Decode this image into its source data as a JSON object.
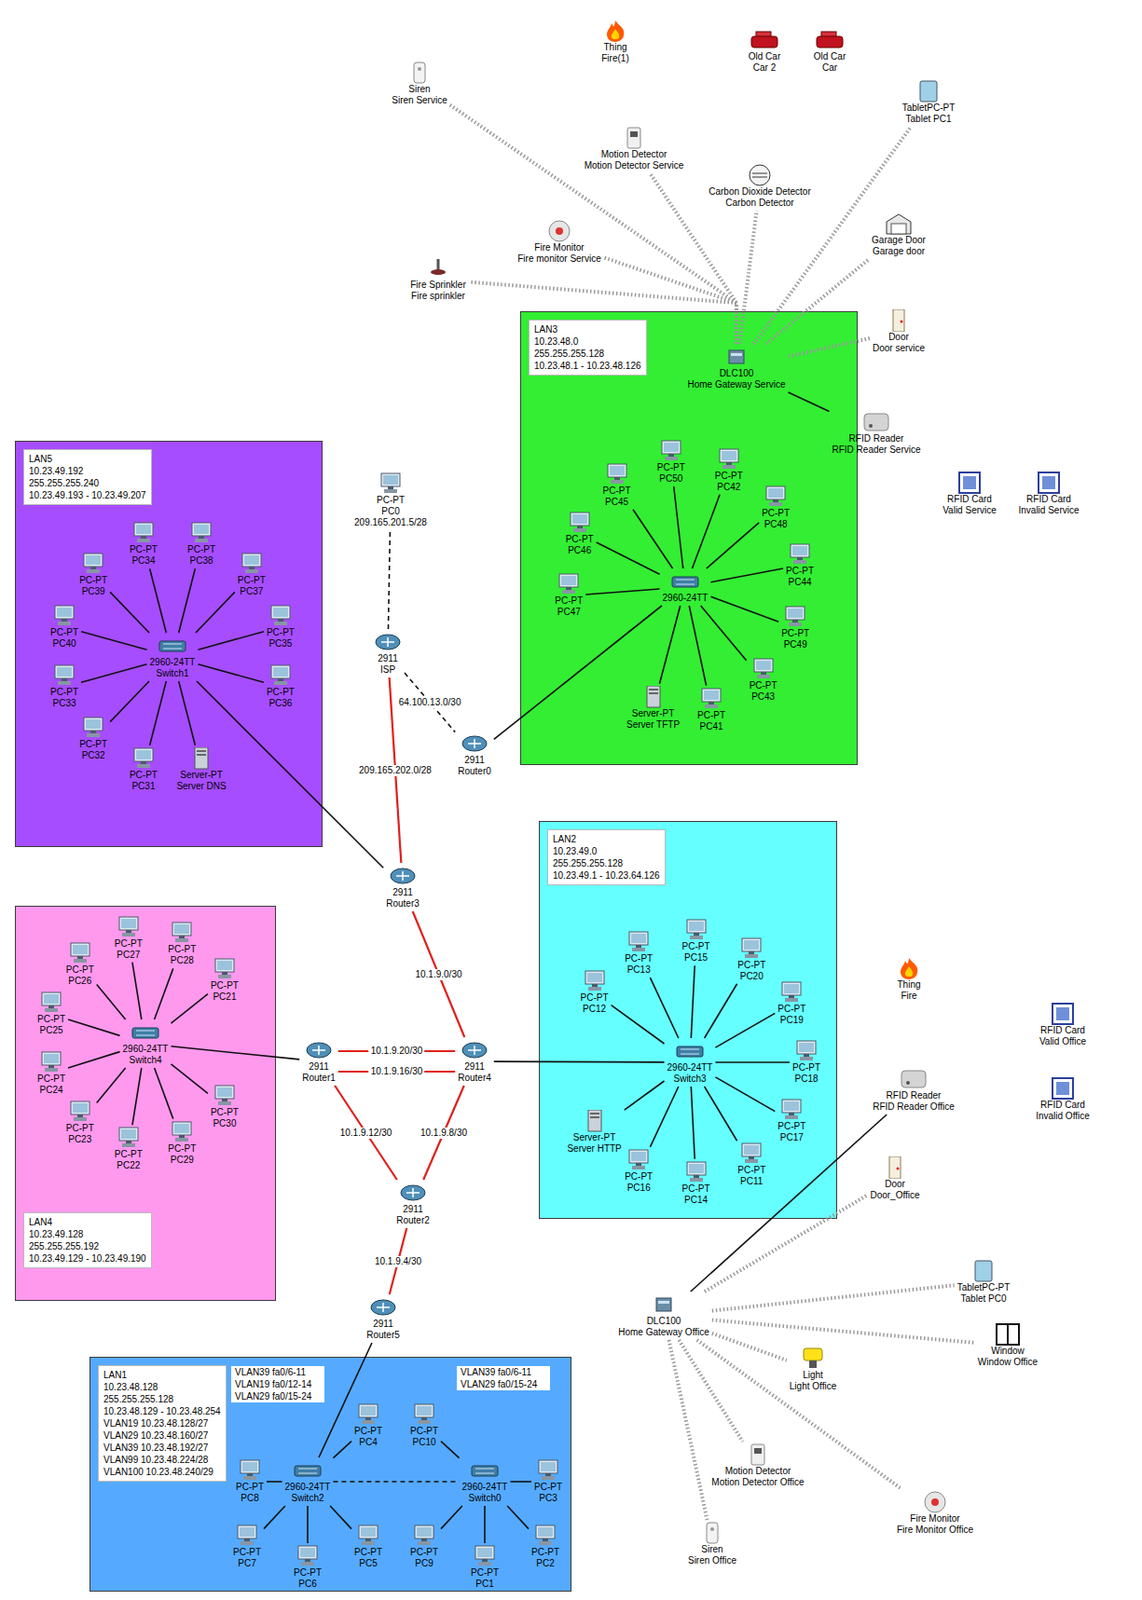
{
  "diagram": {
    "nodes": [
      {
        "text": [
          "LAN5",
          "10.23.49.192",
          "255.255.255.240",
          "10.23.49.193 - 10.23.49.207"
        ]
      },
      {
        "text": [
          "2960-24TT",
          "Switch1"
        ],
        "in": 0
      },
      {
        "text": [
          "Server-PT",
          "Server DNS"
        ],
        "in": 0
      },
      {
        "text": [
          "PC-PT",
          "PC31"
        ],
        "in": 0
      },
      {
        "text": [
          "PC-PT",
          "PC32"
        ],
        "in": 0
      },
      {
        "text": [
          "PC-PT",
          "PC33"
        ],
        "in": 0
      },
      {
        "text": [
          "PC-PT",
          "PC40"
        ],
        "in": 0
      },
      {
        "text": [
          "PC-PT",
          "PC39"
        ],
        "in": 0
      },
      {
        "text": [
          "PC-PT",
          "PC34"
        ],
        "in": 0
      },
      {
        "text": [
          "PC-PT",
          "PC38"
        ],
        "in": 0
      },
      {
        "text": [
          "PC-PT",
          "PC37"
        ],
        "in": 0
      },
      {
        "text": [
          "PC-PT",
          "PC35"
        ],
        "in": 0
      },
      {
        "text": [
          "PC-PT",
          "PC36"
        ],
        "in": 0
      },
      {
        "text": [
          "LAN4",
          "10.23.49.128",
          "255.255.255.192",
          "10.23.49.129 - 10.23.49.190"
        ]
      },
      {
        "text": [
          "2960-24TT",
          "Switch4"
        ],
        "in": 13
      },
      {
        "text": [
          "PC-PT",
          "PC27"
        ],
        "in": 13
      },
      {
        "text": [
          "PC-PT",
          "PC26"
        ],
        "in": 13
      },
      {
        "text": [
          "PC-PT",
          "PC25"
        ],
        "in": 13
      },
      {
        "text": [
          "PC-PT",
          "PC24"
        ],
        "in": 13
      },
      {
        "text": [
          "PC-PT",
          "PC23"
        ],
        "in": 13
      },
      {
        "text": [
          "PC-PT",
          "PC22"
        ],
        "in": 13
      },
      {
        "text": [
          "PC-PT",
          "PC28"
        ],
        "in": 13
      },
      {
        "text": [
          "PC-PT",
          "PC21"
        ],
        "in": 13
      },
      {
        "text": [
          "PC-PT",
          "PC29"
        ],
        "in": 13
      },
      {
        "text": [
          "PC-PT",
          "PC30"
        ],
        "in": 13
      },
      {
        "text": [
          "LAN1",
          "10.23.48.128",
          "255.255.255.128",
          "10.23.48.129 - 10.23.48.254",
          "VLAN19 10.23.48.128/27",
          "VLAN29 10.23.48.160/27",
          "VLAN39 10.23.48.192/27",
          "VLAN99 10.23.48.224/28",
          "VLAN100 10.23.48.240/29"
        ]
      },
      {
        "text": [
          "2960-24TT",
          "Switch2"
        ],
        "in": 25
      },
      {
        "text": [
          "2960-24TT",
          "Switch0"
        ],
        "in": 25
      },
      {
        "text": [
          "PC-PT",
          "PC8"
        ],
        "in": 25
      },
      {
        "text": [
          "PC-PT",
          "PC7"
        ],
        "in": 25
      },
      {
        "text": [
          "PC-PT",
          "PC6"
        ],
        "in": 25
      },
      {
        "text": [
          "PC-PT",
          "PC5"
        ],
        "in": 25
      },
      {
        "text": [
          "PC-PT",
          "PC4"
        ],
        "in": 25
      },
      {
        "text": [
          "PC-PT",
          "PC3"
        ],
        "in": 25
      },
      {
        "text": [
          "PC-PT",
          "PC2"
        ],
        "in": 25
      },
      {
        "text": [
          "PC-PT",
          "PC1"
        ],
        "in": 25
      },
      {
        "text": [
          "PC-PT",
          "PC9"
        ],
        "in": 25
      },
      {
        "text": [
          "PC-PT",
          "PC10"
        ],
        "in": 25
      },
      {
        "text": [
          "LAN2",
          "10.23.49.0",
          "255.255.255.128",
          "10.23.49.1 - 10.23.64.126"
        ]
      },
      {
        "text": [
          "2960-24TT",
          "Switch3"
        ],
        "in": 38
      },
      {
        "text": [
          "Server-PT",
          "Server HTTP"
        ],
        "in": 38
      },
      {
        "text": [
          "PC-PT",
          "PC12"
        ],
        "in": 38
      },
      {
        "text": [
          "PC-PT",
          "PC13"
        ],
        "in": 38
      },
      {
        "text": [
          "PC-PT",
          "PC15"
        ],
        "in": 38
      },
      {
        "text": [
          "PC-PT",
          "PC20"
        ],
        "in": 38
      },
      {
        "text": [
          "PC-PT",
          "PC19"
        ],
        "in": 38
      },
      {
        "text": [
          "PC-PT",
          "PC18"
        ],
        "in": 38
      },
      {
        "text": [
          "PC-PT",
          "PC17"
        ],
        "in": 38
      },
      {
        "text": [
          "PC-PT",
          "PC11"
        ],
        "in": 38
      },
      {
        "text": [
          "PC-PT",
          "PC14"
        ],
        "in": 38
      },
      {
        "text": [
          "PC-PT",
          "PC16"
        ],
        "in": 38
      },
      {
        "text": [
          "LAN3",
          "10.23.48.0",
          "255.255.255.128",
          "10.23.48.1 - 10.23.48.126"
        ]
      },
      {
        "text": [
          "2960-24TT"
        ],
        "in": 51
      },
      {
        "text": [
          "Server-PT",
          "Server TFTP"
        ],
        "in": 51
      },
      {
        "text": [
          "PC-PT",
          "PC47"
        ],
        "in": 51
      },
      {
        "text": [
          "PC-PT",
          "PC46"
        ],
        "in": 51
      },
      {
        "text": [
          "PC-PT",
          "PC45"
        ],
        "in": 51
      },
      {
        "text": [
          "PC-PT",
          "PC50"
        ],
        "in": 51
      },
      {
        "text": [
          "PC-PT",
          "PC42"
        ],
        "in": 51
      },
      {
        "text": [
          "PC-PT",
          "PC48"
        ],
        "in": 51
      },
      {
        "text": [
          "PC-PT",
          "PC44"
        ],
        "in": 51
      },
      {
        "text": [
          "PC-PT",
          "PC49"
        ],
        "in": 51
      },
      {
        "text": [
          "PC-PT",
          "PC43"
        ],
        "in": 51
      },
      {
        "text": [
          "PC-PT",
          "PC41"
        ],
        "in": 51
      },
      {
        "text": [
          "DLC100",
          "Home Gateway Service"
        ],
        "in": 51
      },
      {
        "text": [
          "2911",
          "Router3"
        ]
      },
      {
        "text": [
          "2911",
          "Router4"
        ]
      },
      {
        "text": [
          "2911",
          "Router1"
        ]
      },
      {
        "text": [
          "2911",
          "Router2"
        ]
      },
      {
        "text": [
          "2911",
          "Router5"
        ]
      },
      {
        "text": [
          "2911",
          "ISP"
        ]
      },
      {
        "text": [
          "2911",
          "Router0"
        ]
      },
      {
        "text": [
          "PC-PT",
          "PC0",
          "209.165.201.5/28"
        ]
      },
      {
        "text": [
          "Siren",
          "Siren Service"
        ]
      },
      {
        "text": [
          "Motion Detector",
          "Motion Detector Service"
        ]
      },
      {
        "text": [
          "Thing",
          "Fire(1)"
        ]
      },
      {
        "text": [
          "Old Car",
          "Car 2"
        ]
      },
      {
        "text": [
          "Old Car",
          "Car"
        ]
      },
      {
        "text": [
          "Fire Sprinkler",
          "Fire sprinkler"
        ]
      },
      {
        "text": [
          "Fire Monitor",
          "Fire monitor Service"
        ]
      },
      {
        "text": [
          "Carbon Dioxide Detector",
          "Carbon Detector"
        ]
      },
      {
        "text": [
          "TabletPC-PT",
          "Tablet PC1"
        ]
      },
      {
        "text": [
          "Garage Door",
          "Garage door"
        ]
      },
      {
        "text": [
          "Door",
          "Door service"
        ]
      },
      {
        "text": [
          "RFID Reader",
          "RFID Reader Service"
        ]
      },
      {
        "text": [
          "RFID Card",
          "Valid Service"
        ]
      },
      {
        "text": [
          "RFID Card",
          "Invalid Service"
        ]
      },
      {
        "text": [
          "Thing",
          "Fire"
        ]
      },
      {
        "text": [
          "RFID Card",
          "Invalid Office"
        ]
      },
      {
        "text": [
          "RFID Card",
          "Valid Office"
        ]
      },
      {
        "text": [
          "RFID Reader",
          "RFID Reader Office"
        ]
      },
      {
        "text": [
          "Door",
          "Door_Office"
        ]
      },
      {
        "text": [
          "DLC100",
          "Home Gateway Office"
        ]
      },
      {
        "text": [
          "TabletPC-PT",
          "Tablet PC0"
        ]
      },
      {
        "text": [
          "Light",
          "Light Office"
        ]
      },
      {
        "text": [
          "Window",
          "Window Office"
        ]
      },
      {
        "text": [
          "Motion Detector",
          "Motion Detector Office"
        ]
      },
      {
        "text": [
          "Siren",
          "Siren Office"
        ]
      },
      {
        "text": [
          "Fire Monitor",
          "Fire Monitor Office"
        ]
      }
    ],
    "edges": [
      {
        "from": 1,
        "to": 2,
        "arrow": "none"
      },
      {
        "from": 1,
        "to": 3,
        "arrow": "none"
      },
      {
        "from": 1,
        "to": 4,
        "arrow": "none"
      },
      {
        "from": 1,
        "to": 5,
        "arrow": "none"
      },
      {
        "from": 1,
        "to": 6,
        "arrow": "none"
      },
      {
        "from": 1,
        "to": 7,
        "arrow": "none"
      },
      {
        "from": 1,
        "to": 8,
        "arrow": "none"
      },
      {
        "from": 1,
        "to": 9,
        "arrow": "none"
      },
      {
        "from": 1,
        "to": 10,
        "arrow": "none"
      },
      {
        "from": 1,
        "to": 11,
        "arrow": "none"
      },
      {
        "from": 1,
        "to": 12,
        "arrow": "none"
      },
      {
        "from": 14,
        "to": 15,
        "arrow": "none"
      },
      {
        "from": 14,
        "to": 16,
        "arrow": "none"
      },
      {
        "from": 14,
        "to": 17,
        "arrow": "none"
      },
      {
        "from": 14,
        "to": 18,
        "arrow": "none"
      },
      {
        "from": 14,
        "to": 19,
        "arrow": "none"
      },
      {
        "from": 14,
        "to": 20,
        "arrow": "none"
      },
      {
        "from": 14,
        "to": 21,
        "arrow": "none"
      },
      {
        "from": 14,
        "to": 22,
        "arrow": "none"
      },
      {
        "from": 14,
        "to": 23,
        "arrow": "none"
      },
      {
        "from": 14,
        "to": 24,
        "arrow": "none"
      },
      {
        "from": 26,
        "to": 28,
        "arrow": "none"
      },
      {
        "from": 26,
        "to": 29,
        "arrow": "none"
      },
      {
        "from": 26,
        "to": 30,
        "arrow": "none"
      },
      {
        "from": 26,
        "to": 31,
        "arrow": "none"
      },
      {
        "from": 26,
        "to": 32,
        "arrow": "none"
      },
      {
        "from": 27,
        "to": 33,
        "arrow": "none"
      },
      {
        "from": 27,
        "to": 34,
        "arrow": "none"
      },
      {
        "from": 27,
        "to": 35,
        "arrow": "none"
      },
      {
        "from": 27,
        "to": 36,
        "arrow": "none"
      },
      {
        "from": 27,
        "to": 37,
        "arrow": "none"
      },
      {
        "from": 26,
        "to": 27,
        "arrow": "none"
      },
      {
        "from": 39,
        "to": 40,
        "arrow": "none"
      },
      {
        "from": 39,
        "to": 41,
        "arrow": "none"
      },
      {
        "from": 39,
        "to": 42,
        "arrow": "none"
      },
      {
        "from": 39,
        "to": 43,
        "arrow": "none"
      },
      {
        "from": 39,
        "to": 44,
        "arrow": "none"
      },
      {
        "from": 39,
        "to": 45,
        "arrow": "none"
      },
      {
        "from": 39,
        "to": 46,
        "arrow": "none"
      },
      {
        "from": 39,
        "to": 47,
        "arrow": "none"
      },
      {
        "from": 39,
        "to": 48,
        "arrow": "none"
      },
      {
        "from": 39,
        "to": 49,
        "arrow": "none"
      },
      {
        "from": 39,
        "to": 50,
        "arrow": "none"
      },
      {
        "from": 52,
        "to": 53,
        "arrow": "none"
      },
      {
        "from": 52,
        "to": 54,
        "arrow": "none"
      },
      {
        "from": 52,
        "to": 55,
        "arrow": "none"
      },
      {
        "from": 52,
        "to": 56,
        "arrow": "none"
      },
      {
        "from": 52,
        "to": 57,
        "arrow": "none"
      },
      {
        "from": 52,
        "to": 58,
        "arrow": "none"
      },
      {
        "from": 52,
        "to": 59,
        "arrow": "none"
      },
      {
        "from": 52,
        "to": 60,
        "arrow": "none"
      },
      {
        "from": 52,
        "to": 61,
        "arrow": "none"
      },
      {
        "from": 52,
        "to": 62,
        "arrow": "none"
      },
      {
        "from": 52,
        "to": 63,
        "arrow": "none"
      },
      {
        "from": 65,
        "to": 1,
        "arrow": "none"
      },
      {
        "from": 65,
        "to": 66,
        "label": "10.1.9.0/30",
        "arrow": "none"
      },
      {
        "from": 65,
        "to": 70,
        "label": "209.165.202.0/28",
        "arrow": "none"
      },
      {
        "from": 70,
        "to": 72,
        "arrow": "none"
      },
      {
        "from": 70,
        "to": 71,
        "label": "64.100.13.0/30",
        "arrow": "none"
      },
      {
        "from": 71,
        "to": 52,
        "arrow": "none"
      },
      {
        "from": 66,
        "to": 39,
        "arrow": "none"
      },
      {
        "from": 67,
        "to": 66,
        "label": "10.1.9.20/30",
        "arrow": "none"
      },
      {
        "from": 67,
        "to": 66,
        "label": "10.1.9.16/30",
        "arrow": "none"
      },
      {
        "from": 67,
        "to": 68,
        "label": "10.1.9.12/30",
        "arrow": "none"
      },
      {
        "from": 68,
        "to": 66,
        "label": "10.1.9.8/30",
        "arrow": "none"
      },
      {
        "from": 68,
        "to": 69,
        "label": "10.1.9.4/30",
        "arrow": "none"
      },
      {
        "from": 69,
        "to": 26,
        "arrow": "none"
      },
      {
        "from": 67,
        "to": 14,
        "arrow": "none"
      },
      {
        "from": 64,
        "to": 73,
        "arrow": "none"
      },
      {
        "from": 64,
        "to": 74,
        "arrow": "none"
      },
      {
        "from": 64,
        "to": 78,
        "arrow": "none"
      },
      {
        "from": 64,
        "to": 79,
        "arrow": "none"
      },
      {
        "from": 64,
        "to": 80,
        "arrow": "none"
      },
      {
        "from": 64,
        "to": 81,
        "arrow": "none"
      },
      {
        "from": 64,
        "to": 82,
        "arrow": "none"
      },
      {
        "from": 64,
        "to": 83,
        "arrow": "none"
      },
      {
        "from": 64,
        "to": 84,
        "arrow": "none"
      },
      {
        "from": 92,
        "to": 93,
        "arrow": "none"
      },
      {
        "from": 92,
        "to": 94,
        "arrow": "none"
      },
      {
        "from": 92,
        "to": 95,
        "arrow": "none"
      },
      {
        "from": 92,
        "to": 96,
        "arrow": "none"
      },
      {
        "from": 92,
        "to": 97,
        "arrow": "none"
      },
      {
        "from": 92,
        "to": 98,
        "arrow": "none"
      },
      {
        "from": 92,
        "to": 91,
        "arrow": "none"
      },
      {
        "from": 92,
        "to": 90,
        "arrow": "none"
      }
    ],
    "labels": [
      "VLAN39 fa0/6-11",
      "VLAN19 fa0/12-14",
      "VLAN29 fa0/15-24",
      "VLAN39 fa0/6-11",
      "VLAN29 fa0/15-24"
    ]
  }
}
